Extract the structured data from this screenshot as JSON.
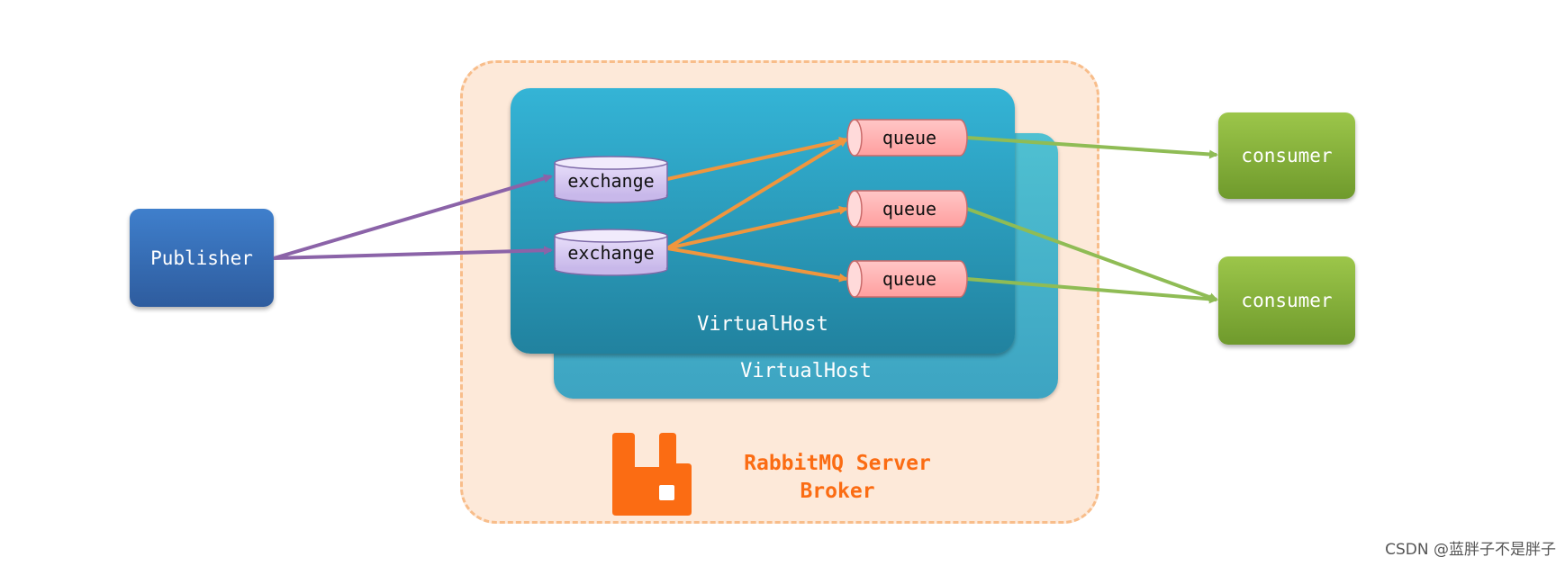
{
  "publisher": {
    "label": "Publisher"
  },
  "exchanges": [
    {
      "label": "exchange"
    },
    {
      "label": "exchange"
    }
  ],
  "queues": [
    {
      "label": "queue"
    },
    {
      "label": "queue"
    },
    {
      "label": "queue"
    }
  ],
  "consumers": [
    {
      "label": "consumer"
    },
    {
      "label": "consumer"
    }
  ],
  "virtual_hosts": [
    {
      "label": "VirtualHost"
    },
    {
      "label": "VirtualHost"
    }
  ],
  "broker": {
    "title": "RabbitMQ Server",
    "subtitle": "Broker"
  },
  "watermark": "CSDN @蓝胖子不是胖子",
  "colors": {
    "publisher": "#3a72bf",
    "consumer": "#8ab43e",
    "exchange": "#d9ccf2",
    "queue": "#ffb3b3",
    "virtual_host": "#2aa2c8",
    "broker_bg": "#fde9d9",
    "broker_border": "#f8bd8a",
    "publish_arrow": "#8b63a8",
    "route_arrow": "#f0963e",
    "consume_arrow": "#8fbc55",
    "brand": "#fb6c13"
  },
  "icons": {
    "logo": "rabbitmq-logo-icon"
  }
}
